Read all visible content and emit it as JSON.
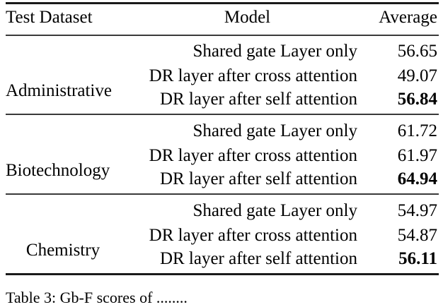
{
  "table": {
    "columns": [
      "Test Dataset",
      "Model",
      "Average"
    ],
    "groups": [
      {
        "dataset": "Administrative",
        "rows": [
          {
            "model": "Shared gate Layer only",
            "average": "56.65",
            "bold": false
          },
          {
            "model": "DR layer after cross attention",
            "average": "49.07",
            "bold": false
          },
          {
            "model": "DR layer after self attention",
            "average": "56.84",
            "bold": true
          }
        ]
      },
      {
        "dataset": "Biotechnology",
        "rows": [
          {
            "model": "Shared gate Layer only",
            "average": "61.72",
            "bold": false
          },
          {
            "model": "DR layer after cross attention",
            "average": "61.97",
            "bold": false
          },
          {
            "model": "DR layer after self attention",
            "average": "64.94",
            "bold": true
          }
        ]
      },
      {
        "dataset": "Chemistry",
        "rows": [
          {
            "model": "Shared gate Layer only",
            "average": "54.97",
            "bold": false
          },
          {
            "model": "DR layer after cross attention",
            "average": "54.87",
            "bold": false
          },
          {
            "model": "DR layer after self attention",
            "average": "56.11",
            "bold": true
          }
        ]
      }
    ]
  },
  "caption": {
    "text": "Table 3: Gb-F scores of ........"
  }
}
